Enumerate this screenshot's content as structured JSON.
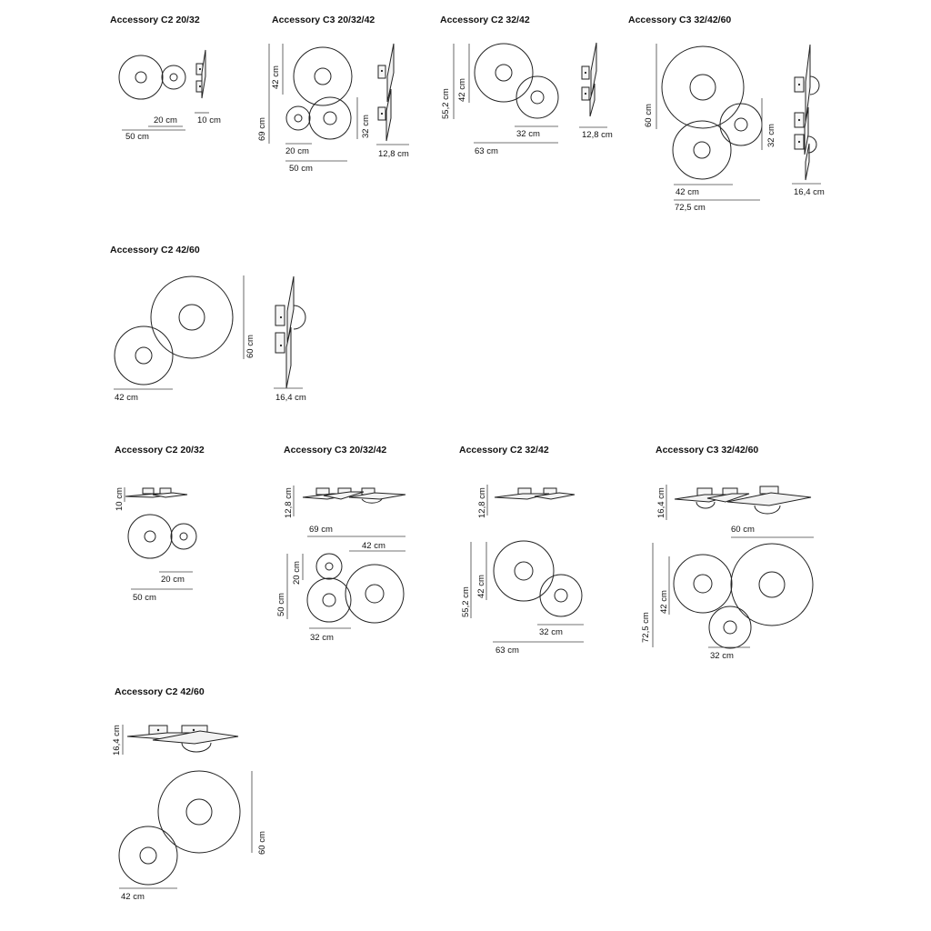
{
  "titles": {
    "a1": "Accessory C2 20/32",
    "a2": "Accessory C3 20/32/42",
    "a3": "Accessory C2 32/42",
    "a4": "Accessory C3 32/42/60",
    "a5": "Accessory C2 42/60",
    "b1": "Accessory C2 20/32",
    "b2": "Accessory C3 20/32/42",
    "b3": "Accessory C2 32/42",
    "b4": "Accessory C3 32/42/60",
    "b5": "Accessory C2 42/60"
  },
  "dims": {
    "a1_w1": "20 cm",
    "a1_w2": "50 cm",
    "a1_d": "10 cm",
    "a2_h1": "42 cm",
    "a2_h2": "69 cm",
    "a2_h3": "32 cm",
    "a2_w1": "20 cm",
    "a2_w2": "50 cm",
    "a2_d": "12,8 cm",
    "a3_h1": "55,2 cm",
    "a3_h2": "42 cm",
    "a3_w1": "32 cm",
    "a3_w2": "63 cm",
    "a3_d": "12,8 cm",
    "a4_h1": "60 cm",
    "a4_h2": "32 cm",
    "a4_w1": "42 cm",
    "a4_w2": "72,5 cm",
    "a4_d": "16,4 cm",
    "a5_h": "60 cm",
    "a5_w": "42 cm",
    "a5_d": "16,4 cm",
    "b1_d": "10 cm",
    "b1_w1": "20 cm",
    "b1_w2": "50 cm",
    "b2_d": "12,8 cm",
    "b2_w1": "69 cm",
    "b2_w2": "42 cm",
    "b2_h1": "20 cm",
    "b2_h2": "50 cm",
    "b2_w3": "32 cm",
    "b3_d": "12,8 cm",
    "b3_h1": "55,2 cm",
    "b3_h2": "42 cm",
    "b3_w1": "32 cm",
    "b3_w2": "63 cm",
    "b4_d": "16,4 cm",
    "b4_w1": "60 cm",
    "b4_h1": "42 cm",
    "b4_h2": "72,5 cm",
    "b4_w2": "32 cm",
    "b5_d": "16,4 cm",
    "b5_h": "60 cm",
    "b5_w": "42 cm"
  }
}
